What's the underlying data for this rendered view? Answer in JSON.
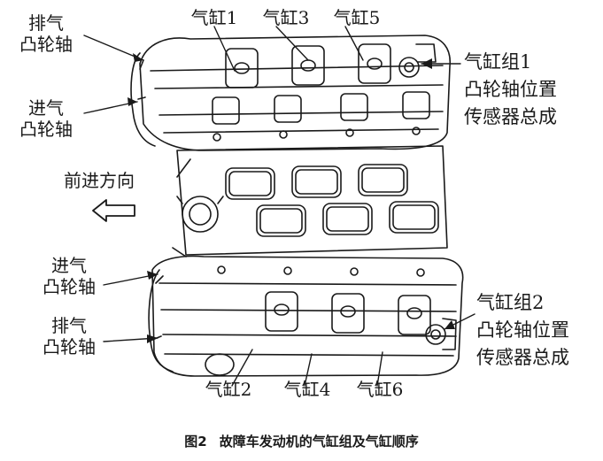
{
  "labels": {
    "cyl1": "气缸1",
    "cyl3": "气缸3",
    "cyl5": "气缸5",
    "cyl2": "气缸2",
    "cyl4": "气缸4",
    "cyl6": "气缸6",
    "exhaust_cam_top": [
      "排气",
      "凸轮轴"
    ],
    "intake_cam_top": [
      "进气",
      "凸轮轴"
    ],
    "forward_direction": "前进方向",
    "intake_cam_bottom": [
      "进气",
      "凸轮轴"
    ],
    "exhaust_cam_bottom": [
      "排气",
      "凸轮轴"
    ],
    "bank1_sensor": [
      "气缸组1",
      "凸轮轴位置",
      "传感器总成"
    ],
    "bank2_sensor": [
      "气缸组2",
      "凸轮轴位置",
      "传感器总成"
    ]
  },
  "caption": {
    "number": "图2",
    "title": "故障车发动机的气缸组及气缸顺序"
  }
}
